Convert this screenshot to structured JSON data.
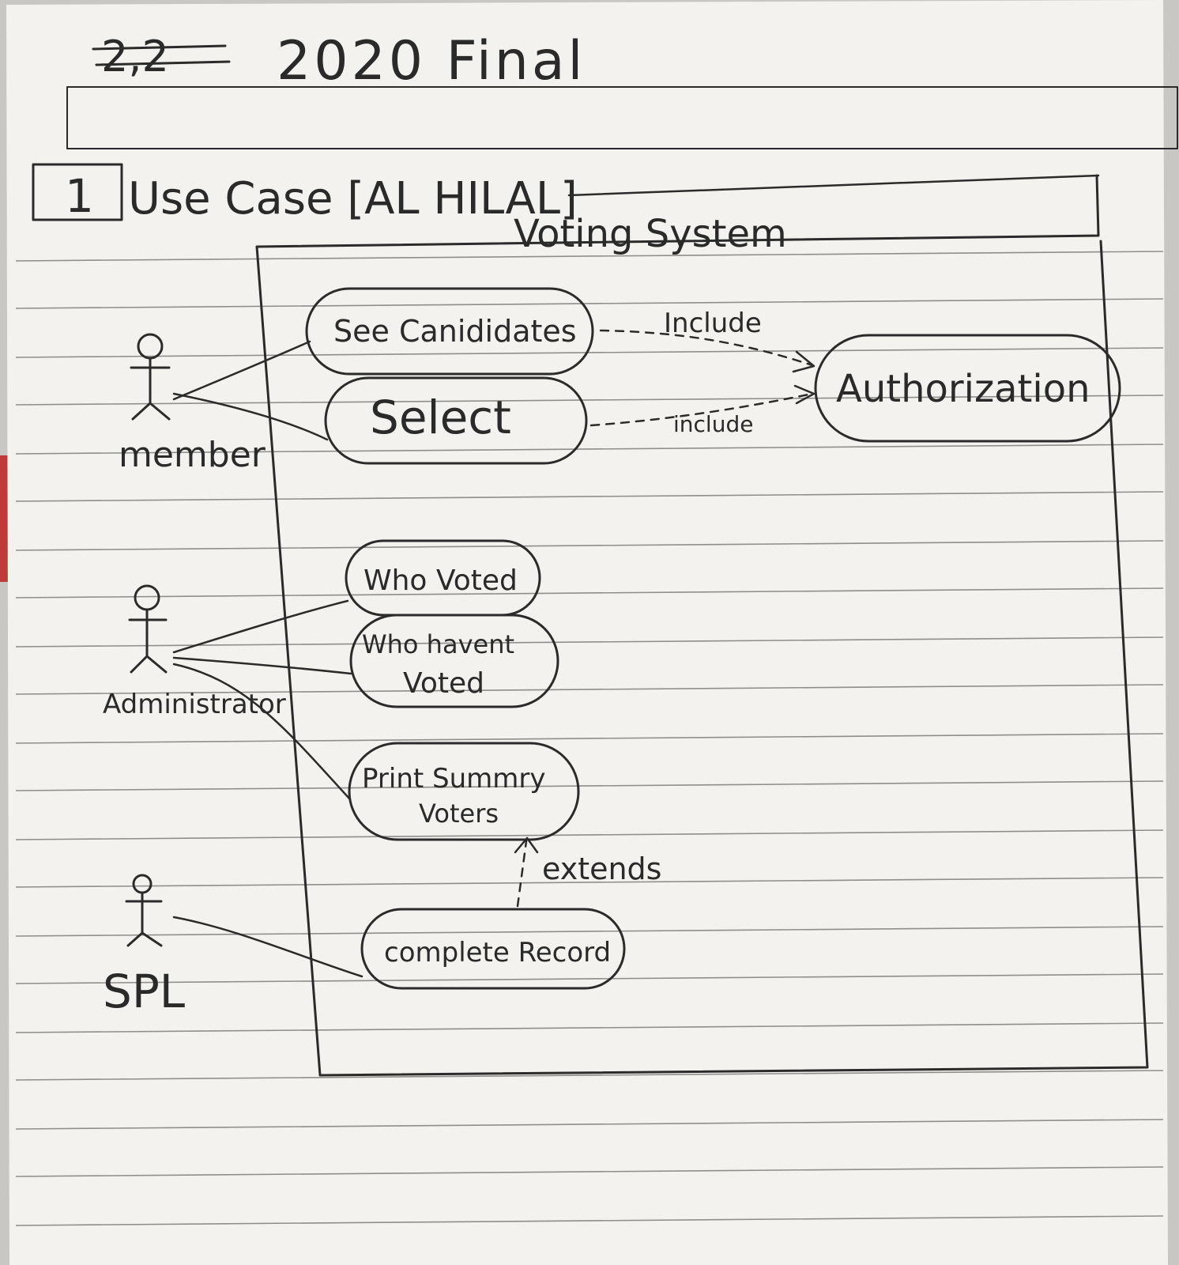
{
  "page": {
    "struck_number": "2,2",
    "title": "2020 Final",
    "question_number": "1",
    "heading": "Use Case [AL HILAL]"
  },
  "diagram": {
    "system_name": "Voting System",
    "actors": {
      "member": "member",
      "administrator": "Administrator",
      "spl": "SPL"
    },
    "use_cases": {
      "see_candidates": "See Canididates",
      "select": "Select",
      "authorization": "Authorization",
      "who_voted": "Who Voted",
      "who_havent_voted_line1": "Who havent",
      "who_havent_voted_line2": "Voted",
      "print_summary_line1": "Print Summry",
      "print_summary_line2": "Voters",
      "complete_record": "complete Record"
    },
    "relations": {
      "include_1": "Include",
      "include_2": "include",
      "extends": "extends"
    }
  }
}
